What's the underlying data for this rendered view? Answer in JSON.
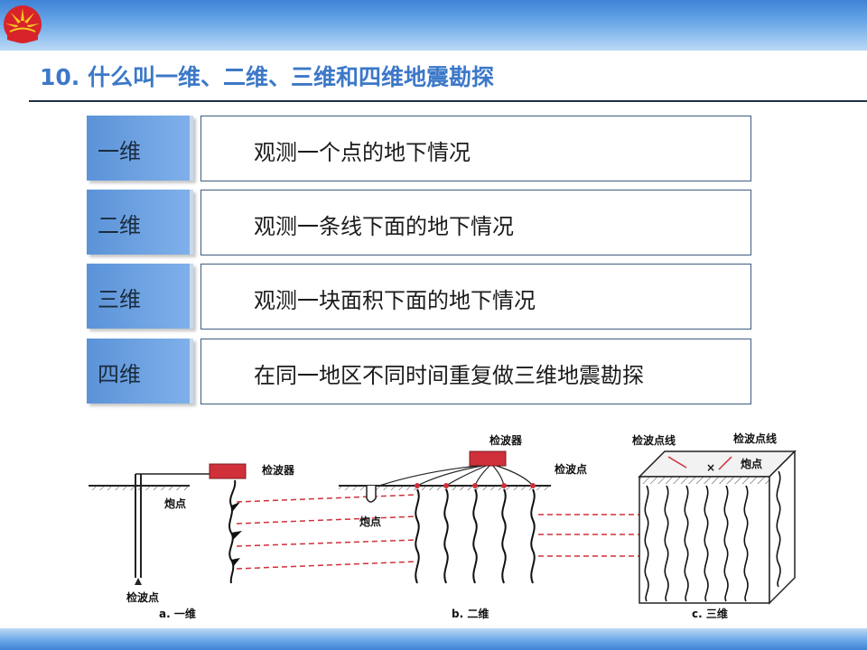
{
  "slide": {
    "title": "10. 什么叫一维、二维、三维和四维地震勘探"
  },
  "rows": [
    {
      "label": "一维",
      "desc": "观测一个点的地下情况"
    },
    {
      "label": "二维",
      "desc": "观测一条线下面的地下情况"
    },
    {
      "label": "三维",
      "desc": "观测一块面积下面的地下情况"
    },
    {
      "label": "四维",
      "desc": "在同一地区不同时间重复做三维地震勘探"
    }
  ],
  "diagram": {
    "a": {
      "receiver": "检波器",
      "shot": "炮点",
      "geophone": "检波点",
      "caption": "a. 一维"
    },
    "b": {
      "receiver": "检波器",
      "geophone": "检波点",
      "shot": "炮点",
      "caption": "b. 二维"
    },
    "c": {
      "line1": "检波点线",
      "line2": "检波点线",
      "shot": "炮点",
      "caption": "c. 三维"
    }
  },
  "colors": {
    "banner": "#3f83d6",
    "title": "#3c78c8",
    "tab": "#6aa0e0",
    "dashed": "#d0303a"
  }
}
